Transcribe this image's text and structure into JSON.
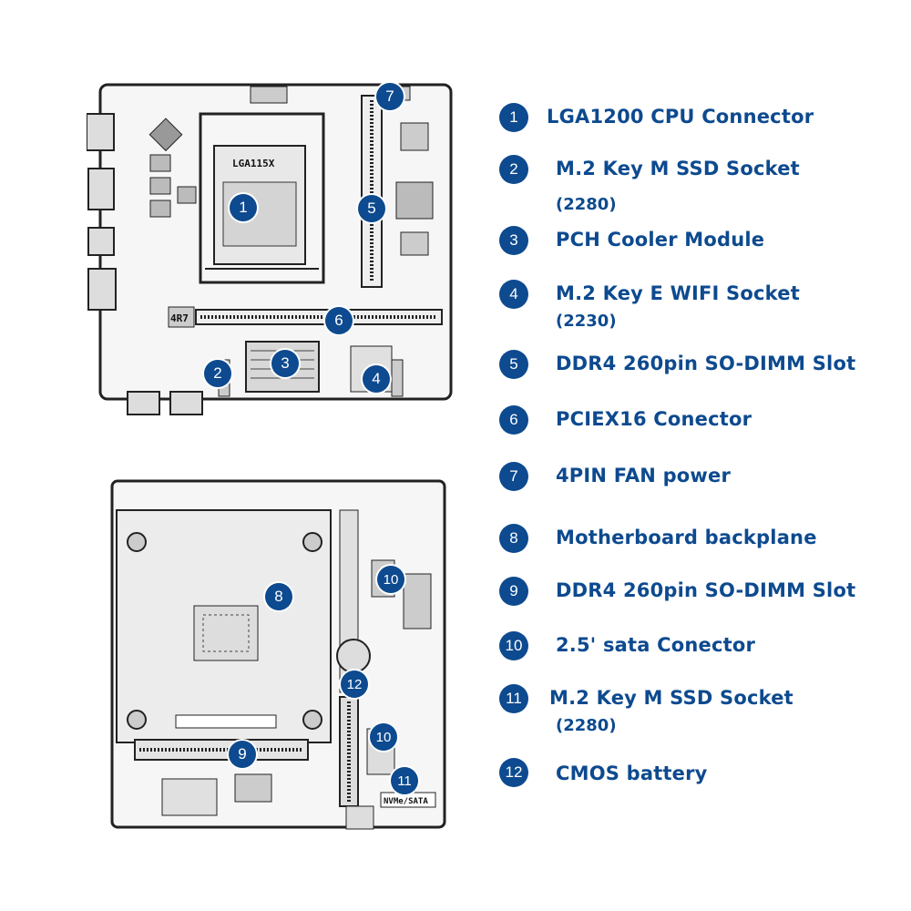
{
  "top_board": {
    "chip_text": "LGA115X",
    "small_chip": "4R7",
    "callouts": {
      "c1": "1",
      "c2": "2",
      "c3": "3",
      "c4": "4",
      "c5": "5",
      "c6": "6",
      "c7": "7"
    }
  },
  "bottom_board": {
    "label_text": "NVMe/SATA",
    "callouts": {
      "c8": "8",
      "c9": "9",
      "c10a": "10",
      "c10b": "10",
      "c11": "11",
      "c12": "12"
    }
  },
  "legend": [
    {
      "num": "1",
      "text": "LGA1200 CPU Connector",
      "sub": ""
    },
    {
      "num": "2",
      "text": "M.2 Key M SSD Socket",
      "sub": "(2280)"
    },
    {
      "num": "3",
      "text": "PCH Cooler Module",
      "sub": ""
    },
    {
      "num": "4",
      "text": "M.2 Key E WIFI Socket",
      "sub": "(2230)"
    },
    {
      "num": "5",
      "text": "DDR4 260pin SO-DIMM Slot",
      "sub": ""
    },
    {
      "num": "6",
      "text": "PCIEX16 Conector",
      "sub": ""
    },
    {
      "num": "7",
      "text": "4PIN FAN power",
      "sub": ""
    },
    {
      "num": "8",
      "text": "Motherboard backplane",
      "sub": ""
    },
    {
      "num": "9",
      "text": "DDR4 260pin SO-DIMM Slot",
      "sub": ""
    },
    {
      "num": "10",
      "text": "2.5' sata Conector",
      "sub": ""
    },
    {
      "num": "11",
      "text": "M.2 Key M SSD Socket",
      "sub": "(2280)"
    },
    {
      "num": "12",
      "text": "CMOS battery",
      "sub": ""
    }
  ],
  "colors": {
    "accent": "#0d4a8f",
    "board_line": "#222222",
    "board_fill": "#f4f4f4"
  }
}
